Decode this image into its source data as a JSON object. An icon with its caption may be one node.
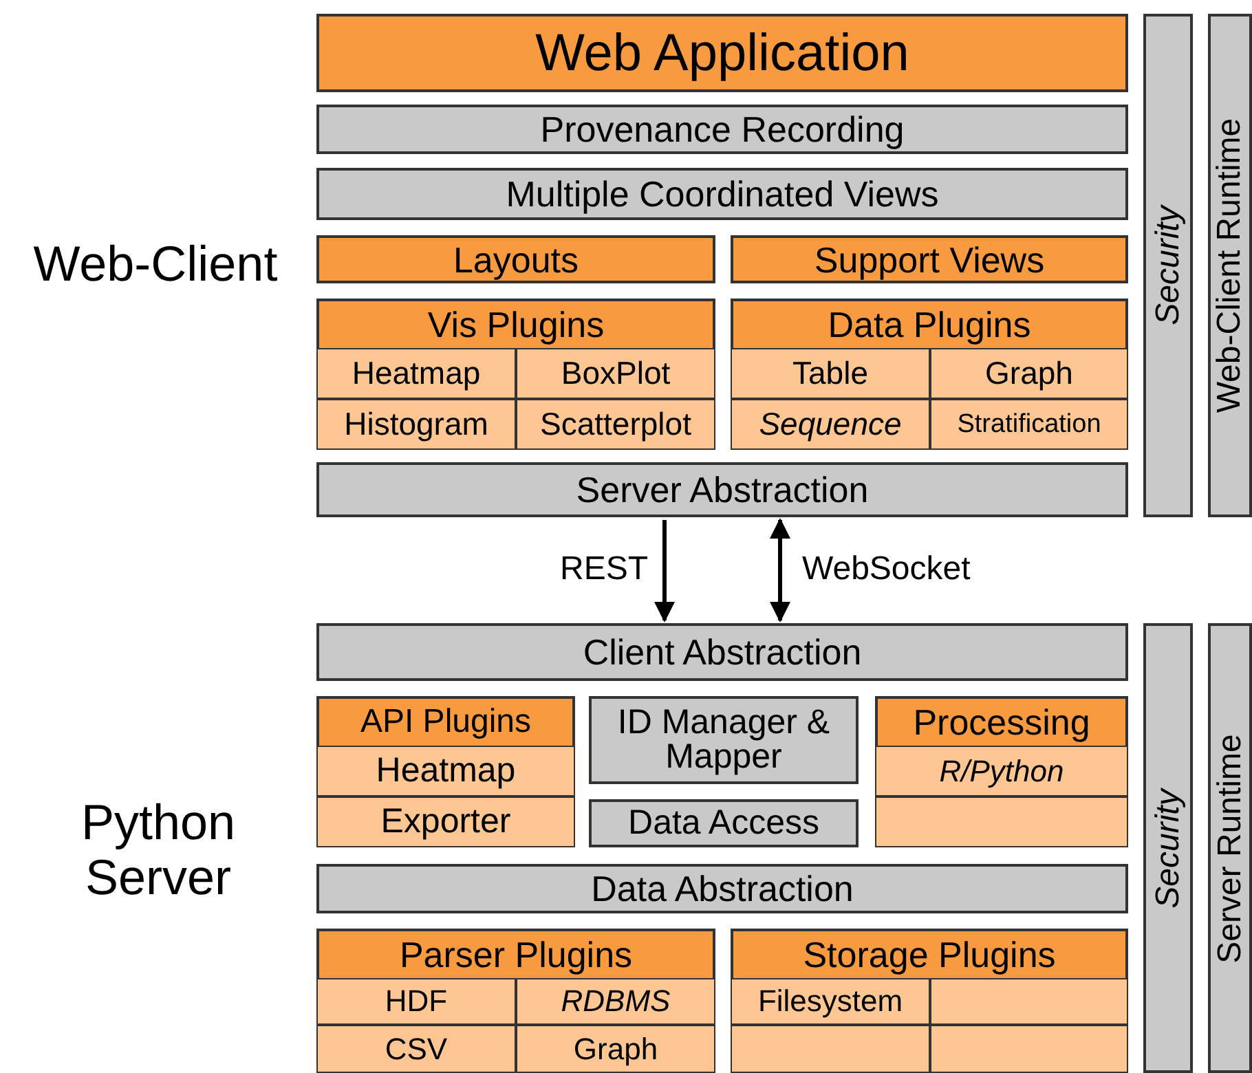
{
  "diagram": {
    "nodes": [
      {
        "text": [
          "Web Application"
        ]
      },
      {
        "text": [
          "Provenance Recording"
        ]
      },
      {
        "text": [
          "Multiple Coordinated Views"
        ]
      },
      {
        "text": [
          "Layouts"
        ]
      },
      {
        "text": [
          "Support Views"
        ]
      },
      {
        "text": [
          "Vis Plugins"
        ]
      },
      {
        "text": [
          "Heatmap"
        ],
        "in": 5
      },
      {
        "text": [
          "BoxPlot"
        ],
        "in": 5
      },
      {
        "text": [
          "Histogram"
        ],
        "in": 5
      },
      {
        "text": [
          "Scatterplot"
        ],
        "in": 5
      },
      {
        "text": [
          "Data Plugins"
        ]
      },
      {
        "text": [
          "Table"
        ],
        "in": 10
      },
      {
        "text": [
          "Graph"
        ],
        "in": 10
      },
      {
        "text": [
          "Sequence"
        ],
        "in": 10
      },
      {
        "text": [
          "Stratification"
        ],
        "in": 10
      },
      {
        "text": [
          "Server Abstraction"
        ]
      },
      {
        "text": [
          "Security"
        ]
      },
      {
        "text": [
          "Web-Client Runtime"
        ]
      },
      {
        "text": [
          "Client Abstraction"
        ]
      },
      {
        "text": [
          "API Plugins"
        ]
      },
      {
        "text": [
          "Heatmap"
        ],
        "in": 19
      },
      {
        "text": [
          "Exporter"
        ],
        "in": 19
      },
      {
        "text": [
          "ID Manager & Mapper"
        ]
      },
      {
        "text": [
          "Data Access"
        ]
      },
      {
        "text": [
          "Processing"
        ]
      },
      {
        "text": [
          "R/Python"
        ],
        "in": 24
      },
      {
        "text": [],
        "shape": "box",
        "in": 24
      },
      {
        "text": [
          "Data Abstraction"
        ]
      },
      {
        "text": [
          "Security"
        ]
      },
      {
        "text": [
          "Server Runtime"
        ]
      },
      {
        "text": [
          "Parser Plugins"
        ]
      },
      {
        "text": [
          "HDF"
        ],
        "in": 30
      },
      {
        "text": [
          "RDBMS"
        ],
        "in": 30
      },
      {
        "text": [
          "CSV"
        ],
        "in": 30
      },
      {
        "text": [
          "Graph"
        ],
        "in": 30
      },
      {
        "text": [
          "Storage Plugins"
        ]
      },
      {
        "text": [
          "Filesystem"
        ],
        "in": 35
      },
      {
        "text": [],
        "shape": "box",
        "in": 35
      },
      {
        "text": [],
        "shape": "box",
        "in": 35
      },
      {
        "text": [],
        "shape": "box",
        "in": 35
      }
    ],
    "edges": [
      {
        "from": 15,
        "to": 18,
        "arrow": "to",
        "label": "REST"
      },
      {
        "from": 15,
        "to": 18,
        "arrow": "both",
        "label": "WebSocket"
      }
    ],
    "labels": [
      "Web-Client",
      "Python Server"
    ]
  }
}
